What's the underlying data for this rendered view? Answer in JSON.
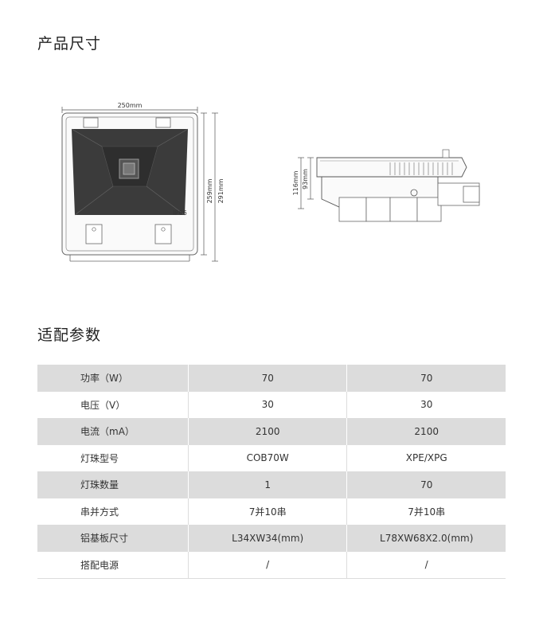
{
  "sections": {
    "dimensions_title": "产品尺寸",
    "params_title": "适配参数"
  },
  "front_view": {
    "width_label": "250mm",
    "height_inner_label": "259mm",
    "height_outer_label": "291mm",
    "badge": "IP66"
  },
  "side_view": {
    "height_outer_label": "116mm",
    "height_inner_label": "93mm"
  },
  "params": {
    "rows": [
      {
        "label": "功率（W）",
        "v1": "70",
        "v2": "70"
      },
      {
        "label": "电压（V）",
        "v1": "30",
        "v2": "30"
      },
      {
        "label": "电流（mA）",
        "v1": "2100",
        "v2": "2100"
      },
      {
        "label": "灯珠型号",
        "v1": "COB70W",
        "v2": "XPE/XPG"
      },
      {
        "label": "灯珠数量",
        "v1": "1",
        "v2": "70"
      },
      {
        "label": "串并方式",
        "v1": "7并10串",
        "v2": "7并10串"
      },
      {
        "label": "铝基板尺寸",
        "v1": "L34XW34(mm)",
        "v2": "L78XW68X2.0(mm)"
      },
      {
        "label": "搭配电源",
        "v1": "/",
        "v2": "/"
      }
    ]
  }
}
